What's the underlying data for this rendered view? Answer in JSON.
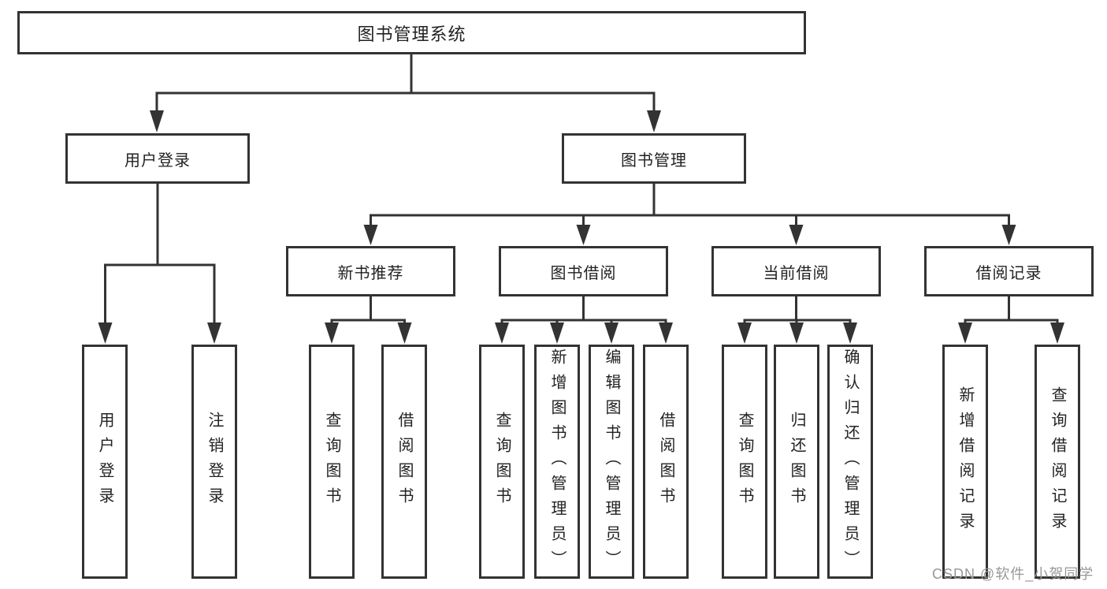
{
  "diagram": {
    "title": "图书管理系统",
    "nodes": {
      "root": {
        "label": "图书管理系统"
      },
      "user_login": {
        "label": "用户登录",
        "children": [
          {
            "label": "用户登录"
          },
          {
            "label": "注销登录"
          }
        ]
      },
      "book_management": {
        "label": "图书管理",
        "children": [
          {
            "label": "新书推荐",
            "children": [
              {
                "label": "查询图书"
              },
              {
                "label": "借阅图书"
              }
            ]
          },
          {
            "label": "图书借阅",
            "children": [
              {
                "label": "查询图书"
              },
              {
                "label": "新增图书（管理员）"
              },
              {
                "label": "编辑图书（管理员）"
              },
              {
                "label": "借阅图书"
              }
            ]
          },
          {
            "label": "当前借阅",
            "children": [
              {
                "label": "查询图书"
              },
              {
                "label": "归还图书"
              },
              {
                "label": "确认归还（管理员）"
              }
            ]
          },
          {
            "label": "借阅记录",
            "children": [
              {
                "label": "新增借阅记录"
              },
              {
                "label": "查询借阅记录"
              }
            ]
          }
        ]
      }
    }
  },
  "watermark": {
    "text": "CSDN @软件_小贺同学"
  },
  "colors": {
    "line": "#333333",
    "text": "#222222",
    "background": "#ffffff",
    "watermark": "#989898"
  }
}
